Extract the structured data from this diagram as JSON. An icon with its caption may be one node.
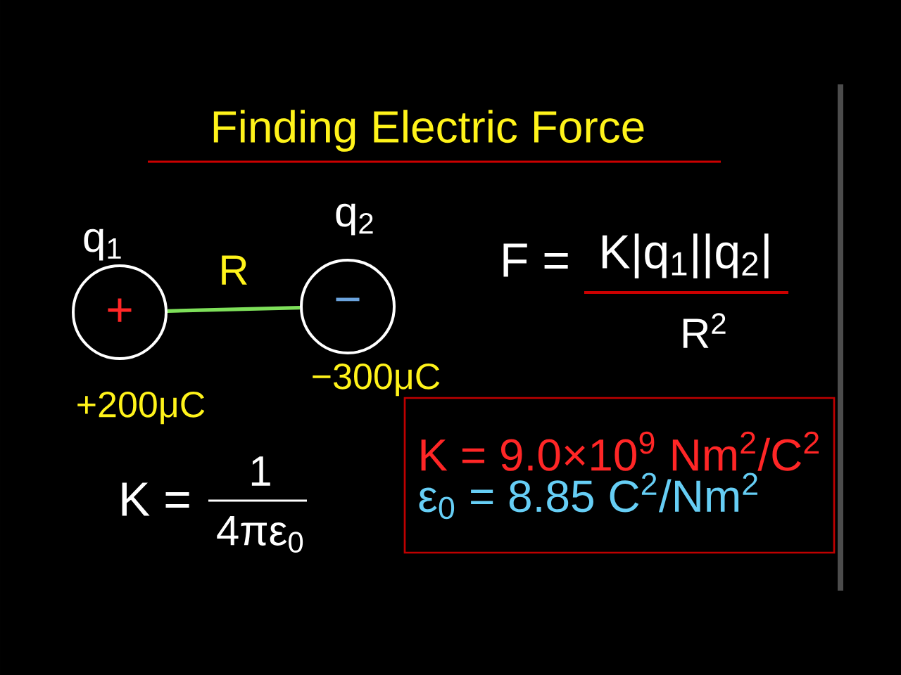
{
  "diagram": {
    "title": "Finding Electric Force",
    "nodes": [
      {
        "text": [
          "+"
        ],
        "beside": [
          "q$_{1}$",
          "+200μC"
        ]
      },
      {
        "text": [
          "−"
        ],
        "beside": [
          "q$_{2}$",
          "−300μC"
        ]
      },
      {
        "text": [
          "K = 9.0×10$^{9}$ Nm$^{2}$/C$^{2}$",
          "ε$_{0}$ = 8.85 C$^{2}$/Nm$^{2}$"
        ]
      }
    ],
    "edges": [
      {
        "from": 0,
        "to": 1,
        "arrow": "none",
        "label": "R",
        "color": "#7ee05a"
      }
    ],
    "labels": [
      "F =",
      "K|q$_{1}$||q$_{2}$|",
      "R$^{2}$",
      "K =",
      "1",
      "4πε$_{0}$"
    ]
  }
}
